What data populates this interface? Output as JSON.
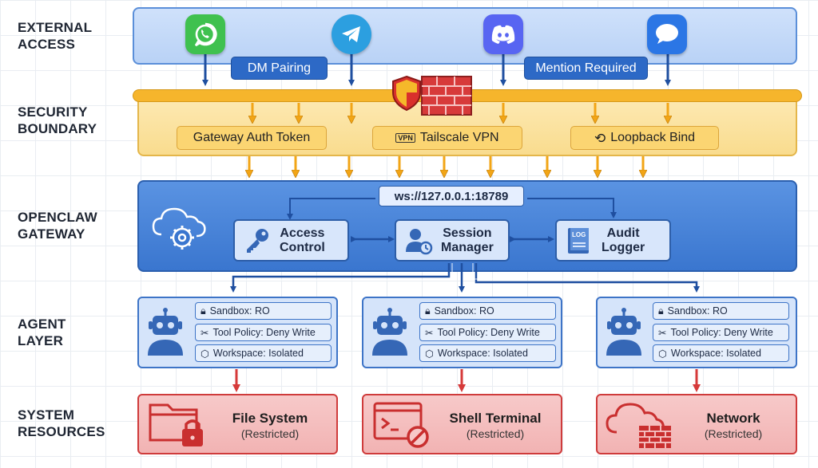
{
  "rows": {
    "external": "EXTERNAL\nACCESS",
    "security": "SECURITY\nBOUNDARY",
    "gateway": "OPENCLAW\nGATEWAY",
    "agent": "AGENT\nLAYER",
    "system": "SYSTEM\nRESOURCES"
  },
  "external": {
    "apps": [
      "whatsapp-icon",
      "telegram-icon",
      "discord-icon",
      "messages-icon"
    ],
    "dm_pairing": "DM Pairing",
    "mention_required": "Mention Required"
  },
  "security": {
    "gateway_auth": "Gateway Auth Token",
    "vpn_badge": "VPN",
    "tailscale": "Tailscale VPN",
    "loopback": "Loopback Bind"
  },
  "gateway": {
    "ws_url": "ws://127.0.0.1:18789",
    "access_control": "Access\nControl",
    "session_manager": "Session\nManager",
    "audit_logger": "Audit\nLogger",
    "log_badge": "LOG"
  },
  "agents": [
    {
      "sandbox": "Sandbox: RO",
      "tool_policy": "Tool Policy: Deny Write",
      "workspace": "Workspace: Isolated"
    },
    {
      "sandbox": "Sandbox: RO",
      "tool_policy": "Tool Policy: Deny Write",
      "workspace": "Workspace: Isolated"
    },
    {
      "sandbox": "Sandbox: RO",
      "tool_policy": "Tool Policy: Deny Write",
      "workspace": "Workspace: Isolated"
    }
  ],
  "resources": [
    {
      "title": "File System",
      "sub": "(Restricted)"
    },
    {
      "title": "Shell Terminal",
      "sub": "(Restricted)"
    },
    {
      "title": "Network",
      "sub": "(Restricted)"
    }
  ],
  "colors": {
    "accent_blue": "#2d69c6",
    "boundary_yellow": "#f9c53a",
    "restricted_red": "#cf3b3b"
  }
}
